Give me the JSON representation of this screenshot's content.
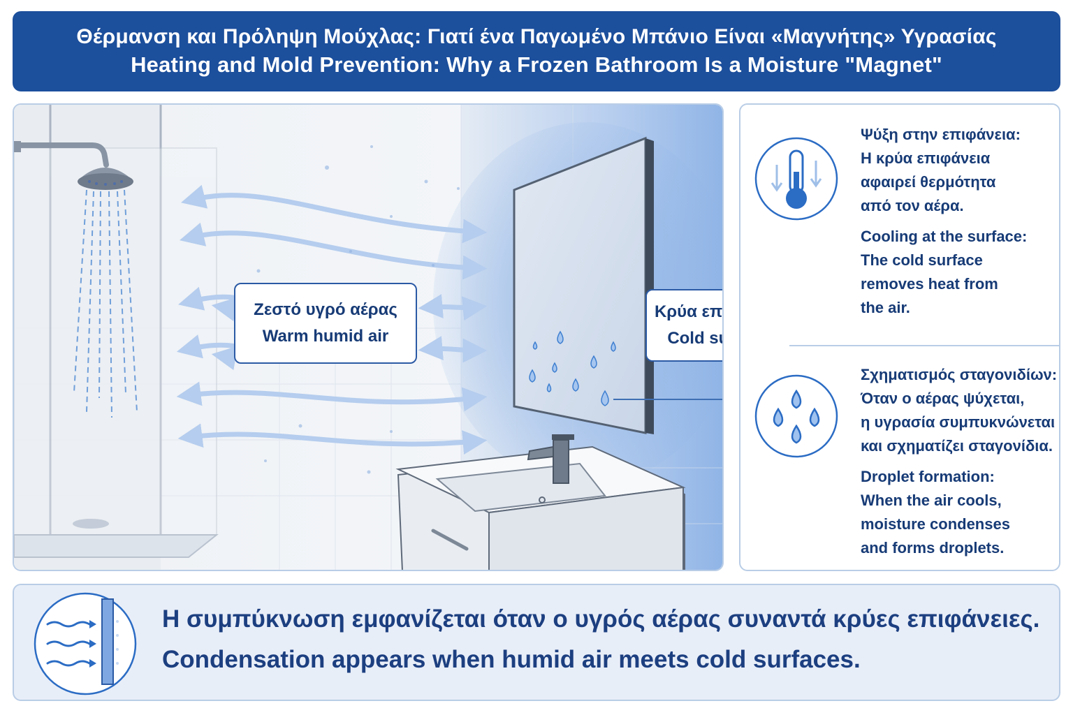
{
  "header": {
    "title_el": "Θέρμανση και Πρόληψη Μούχλας: Γιατί ένα Παγωμένο Μπάνιο Είναι «Μαγνήτης» Υγρασίας",
    "title_en": "Heating and Mold Prevention: Why a Frozen Bathroom Is a Moisture \"Magnet\""
  },
  "scene": {
    "warm_label_el": "Ζεστό υγρό αέρας",
    "warm_label_en": "Warm humid air",
    "cold_label_el": "Κρύα επιφάνεια",
    "cold_label_en": "Cold surface"
  },
  "info": {
    "cooling": {
      "icon": "thermometer-icon",
      "el_lines": [
        "Ψύξη στην επιφάνεια:",
        "Η κρύα επιφάνεια",
        "αφαιρεί θερμότητα",
        "από τον αέρα."
      ],
      "en_lines": [
        "Cooling at the surface:",
        "The cold surface",
        "removes heat from",
        "the air."
      ]
    },
    "droplets": {
      "icon": "water-droplets-icon",
      "el_lines": [
        "Σχηματισμός σταγονιδίων:",
        "Όταν ο αέρας ψύχεται,",
        "η υγρασία συμπυκνώνεται",
        "και σχηματίζει σταγονίδια."
      ],
      "en_lines": [
        "Droplet formation:",
        "When the air cools,",
        "moisture condenses",
        "and forms droplets."
      ]
    }
  },
  "banner": {
    "icon": "condensation-icon",
    "text_el": "Η συμπύκνωση εμφανίζεται όταν ο υγρός αέρας συναντά κρύες επιφάνειες.",
    "text_en": "Condensation appears when humid air meets cold surfaces."
  },
  "colors": {
    "header_bg": "#1c4f9c",
    "text_dark_blue": "#173b76",
    "accent_blue": "#2b6cc4",
    "panel_border": "#b9cde6",
    "cold_glow": "#8fb4e6"
  }
}
